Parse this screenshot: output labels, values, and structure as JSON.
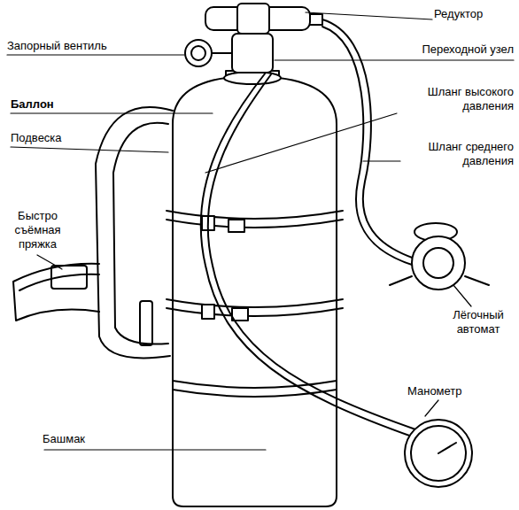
{
  "diagram": {
    "labels": [
      "Редуктор",
      "Запорный вентиль",
      "Переходной узел",
      "Шланг высокого давления",
      "Баллон",
      "Подвеска",
      "Шланг среднего давления",
      "Быстро съёмная пряжка",
      "Лёгочный автомат",
      "Манометр",
      "Башмак"
    ]
  }
}
